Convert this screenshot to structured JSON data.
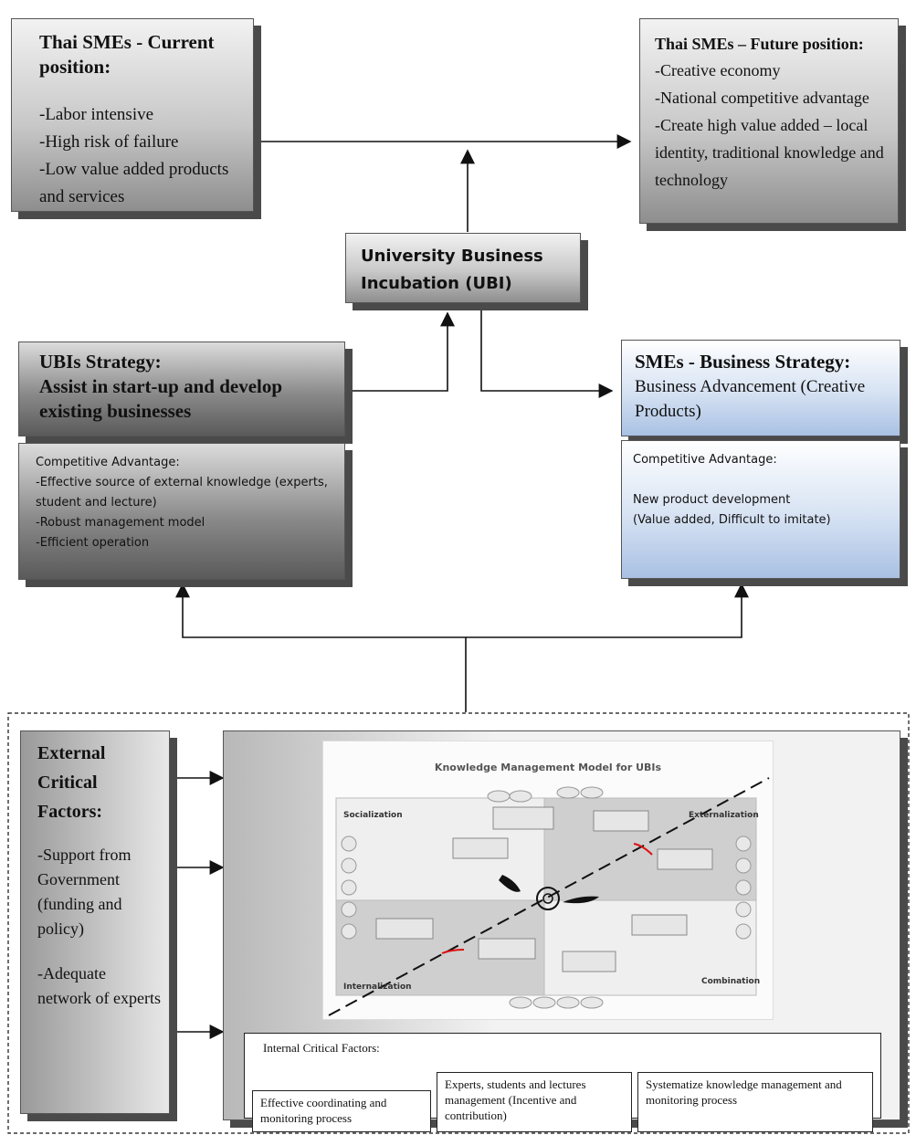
{
  "current_position": {
    "title": "Thai SMEs - Current position:",
    "items": [
      "-Labor intensive",
      "-High risk of failure",
      "-Low value added products and services"
    ]
  },
  "future_position": {
    "title": "Thai SMEs – Future position:",
    "items": [
      "-Creative economy",
      "-National competitive advantage",
      "-Create high value added – local identity, traditional knowledge and technology"
    ]
  },
  "ubi": {
    "title": "University Business Incubation (UBI)"
  },
  "ubi_strategy": {
    "title": "UBIs Strategy:",
    "subtitle": "Assist in start-up and develop existing businesses",
    "advantage_title": "Competitive Advantage:",
    "advantages": [
      "-Effective source of external knowledge (experts, student and lecture)",
      "-Robust management model",
      "-Efficient operation"
    ]
  },
  "sme_strategy": {
    "title": "SMEs - Business Strategy:",
    "subtitle": "Business Advancement (Creative Products)",
    "advantage_title": "Competitive Advantage:",
    "advantages": [
      "New product development",
      "(Value added, Difficult to imitate)"
    ]
  },
  "external": {
    "title": "External Critical Factors:",
    "items": [
      "-Support from Government (funding and policy)",
      "-Adequate network of experts"
    ]
  },
  "km_model": {
    "title": "Knowledge Management Model for UBIs",
    "quadrants": [
      "Socialization",
      "Externalization",
      "Internalization",
      "Combination"
    ]
  },
  "internal": {
    "title": "Internal Critical Factors:",
    "items": [
      "Effective coordinating and monitoring process",
      "Experts, students and lectures management (Incentive and contribution)",
      "Systematize knowledge management and monitoring process"
    ]
  }
}
